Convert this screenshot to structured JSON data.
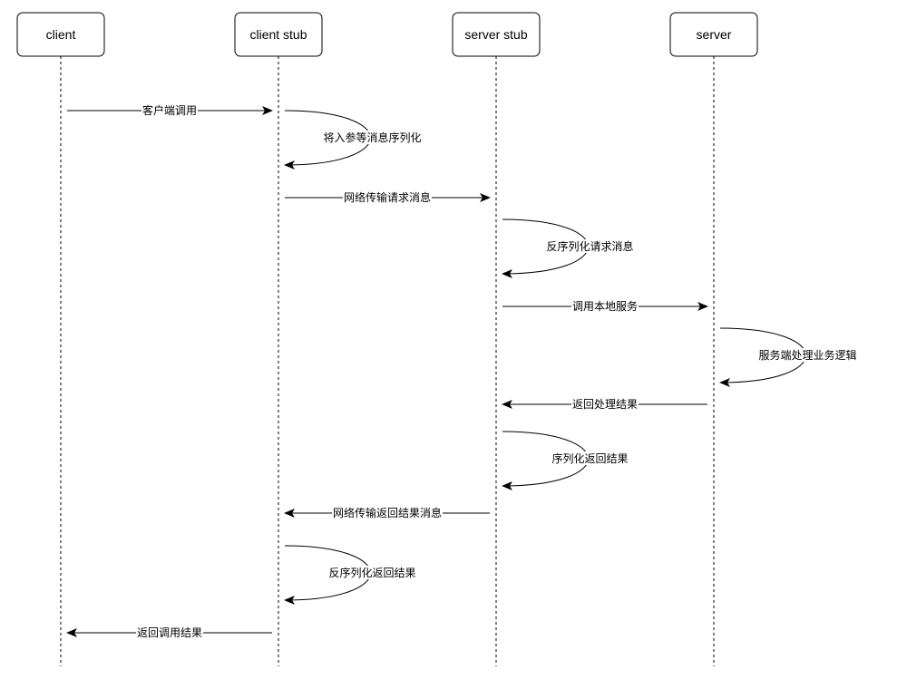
{
  "participants": [
    {
      "id": "client",
      "label": "client"
    },
    {
      "id": "client_stub",
      "label": "client stub"
    },
    {
      "id": "server_stub",
      "label": "server stub"
    },
    {
      "id": "server",
      "label": "server"
    }
  ],
  "messages": [
    {
      "from": "client",
      "to": "client_stub",
      "label": "客户端调用"
    },
    {
      "from": "client_stub",
      "to": "client_stub",
      "label": "将入参等消息序列化"
    },
    {
      "from": "client_stub",
      "to": "server_stub",
      "label": "网络传输请求消息"
    },
    {
      "from": "server_stub",
      "to": "server_stub",
      "label": "反序列化请求消息"
    },
    {
      "from": "server_stub",
      "to": "server",
      "label": "调用本地服务"
    },
    {
      "from": "server",
      "to": "server",
      "label": "服务端处理业务逻辑"
    },
    {
      "from": "server",
      "to": "server_stub",
      "label": "返回处理结果"
    },
    {
      "from": "server_stub",
      "to": "server_stub",
      "label": "序列化返回结果"
    },
    {
      "from": "server_stub",
      "to": "client_stub",
      "label": "网络传输返回结果消息"
    },
    {
      "from": "client_stub",
      "to": "client_stub",
      "label": "反序列化返回结果"
    },
    {
      "from": "client_stub",
      "to": "client",
      "label": "返回调用结果"
    }
  ]
}
